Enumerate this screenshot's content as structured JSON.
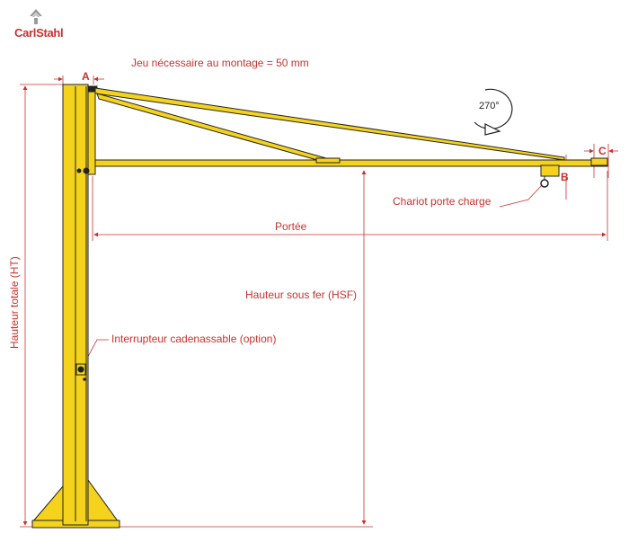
{
  "brand": {
    "name": "CarlStahl",
    "accent_color": "#c8322d",
    "crane_color": "#f5d31c"
  },
  "labels": {
    "note_montage": "Jeu nécessaire au montage = 50 mm",
    "dim_a": "A",
    "dim_b": "B",
    "dim_c": "C",
    "rotation": "270°",
    "chariot": "Chariot porte charge",
    "portee": "Portée",
    "hsf": "Hauteur sous fer (HSF)",
    "ht": "Hauteur totale (HT)",
    "interrupteur": "Interrupteur cadenassable (option)"
  }
}
